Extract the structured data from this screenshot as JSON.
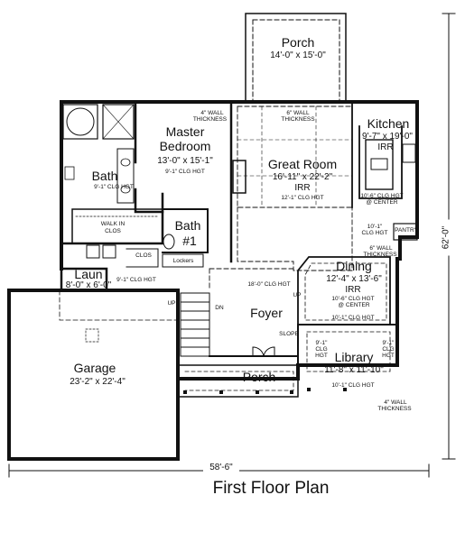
{
  "plan_title": "First Floor Plan",
  "overall": {
    "width": "58'-6\"",
    "depth": "62'-0\""
  },
  "rooms": {
    "porch_rear": {
      "name": "Porch",
      "size": "14'-0\" x 15'-0\""
    },
    "kitchen": {
      "name": "Kitchen",
      "size": "9'-7\" x 19'-0\"",
      "note": "IRR",
      "clg": "10'-6\" CLG HGT",
      "clg2": "@ CENTER"
    },
    "master": {
      "name": "Master",
      "name2": "Bedroom",
      "size": "13'-0\" x 15'-1\"",
      "clg": "9'-1\" CLG HGT"
    },
    "great_room": {
      "name": "Great Room",
      "size": "16'-11\" x 22'-2\"",
      "note": "IRR",
      "clg": "12'-1\" CLG HGT"
    },
    "bath_master": {
      "name": "Bath",
      "clg": "9'-1\" CLG HGT"
    },
    "walk_in": {
      "name": "WALK IN",
      "name2": "CLOS"
    },
    "bath1": {
      "name": "Bath",
      "num": "#1"
    },
    "clos": {
      "name": "CLOS"
    },
    "lockers": {
      "name": "Lockers"
    },
    "laun": {
      "name": "Laun",
      "size": "8'-0\" x 6'-0\"",
      "clg": "9'-1\" CLG HGT"
    },
    "hall": {
      "clg": "18'-0\" CLG HGT"
    },
    "foyer": {
      "name": "Foyer",
      "slope": "SLOPE"
    },
    "dining": {
      "name": "Dining",
      "size": "12'-4\" x 13'-6\"",
      "note": "IRR",
      "clg": "10'-6\" CLG HGT",
      "clg2": "@ CENTER",
      "clg3": "10'-1\" CLG HGT"
    },
    "garage": {
      "name": "Garage",
      "size": "23'-2\" x 22'-4\""
    },
    "porch_front": {
      "name": "Porch"
    },
    "library": {
      "name": "Library",
      "size": "11'-8\" x 11'-10\"",
      "clg": "10'-1\" CLG HGT"
    },
    "pantry": {
      "name": "PANTRY"
    }
  },
  "notes": {
    "wall_thickness_a": "4\" WALL",
    "wall_thickness_a2": "THICKNESS",
    "wall_thickness_b": "6\" WALL",
    "wall_thickness_b2": "THICKNESS",
    "wall_thickness_c": "6\" WALL",
    "wall_thickness_c2": "THICKNESS",
    "wall_thickness_d": "4\" WALL",
    "wall_thickness_d2": "THICKNESS",
    "kitchen_clg_10_1": "10'-1\"",
    "kitchen_clg_10_1b": "CLG HGT",
    "lib_clg_left_1": "9'-1\"",
    "lib_clg_left_2": "CLG",
    "lib_clg_left_3": "HGT",
    "lib_clg_right_1": "9'-1\"",
    "lib_clg_right_2": "CLG",
    "lib_clg_right_3": "HGT",
    "up_1": "UP",
    "up_2": "UP",
    "dn": "DN"
  },
  "colors": {
    "line": "#111111",
    "background": "#ffffff"
  }
}
